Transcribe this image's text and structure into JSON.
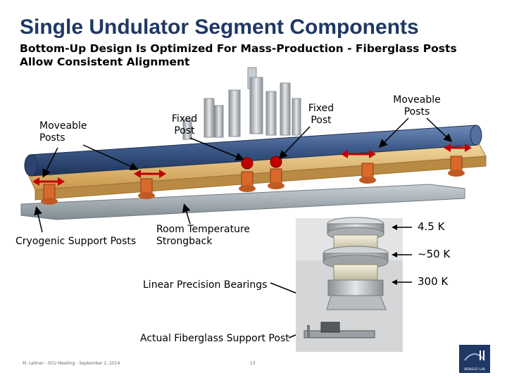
{
  "title": "Single Undulator Segment Components",
  "subtitle": "Bottom-Up Design Is Optimized For Mass-Production - Fiberglass Posts Allow Consistent Alignment",
  "labels": {
    "moveable_posts_left": "Moveable Posts",
    "fixed_post_left": "Fixed Post",
    "fixed_post_right": "Fixed Post",
    "moveable_posts_right": "Moveable Posts",
    "cryogenic_support_posts": "Cryogenic Support Posts",
    "room_temperature_strongback": "Room Temperature Strongback",
    "linear_precision_bearings": "Linear Precision Bearings",
    "actual_fiberglass_support_post": "Actual Fiberglass Support Post"
  },
  "temperatures": {
    "top": "4.5 K",
    "middle": "~50 K",
    "bottom": "300 K"
  },
  "footer": {
    "left": "M. Leitner - SCU Meeting - September 2, 2014",
    "page": "13"
  },
  "logo": {
    "text": "BERKELEY LAB"
  },
  "colors": {
    "title": "#1f3864",
    "arrow_red": "#c00000",
    "cryostat_blue": "#3d5a8a",
    "strongback_gold": "#e2b86a",
    "post_orange": "#d9692a",
    "base_gray": "#9aa5ad"
  }
}
